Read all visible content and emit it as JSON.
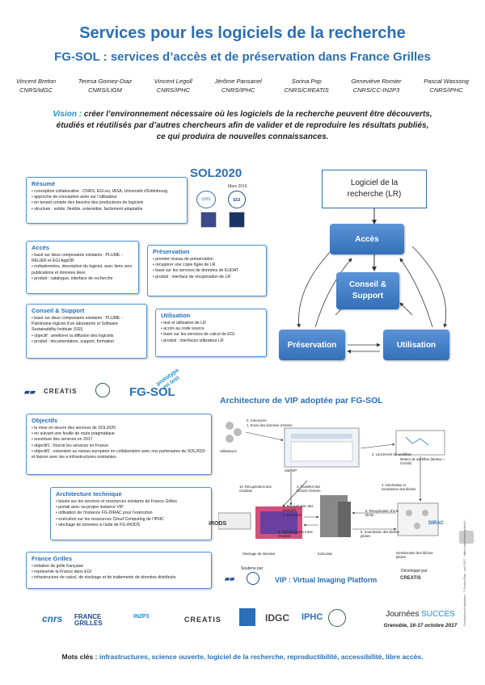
{
  "header": {
    "title": "Services pour les logiciels de la recherche",
    "subtitle": "FG-SOL : services d’accès et de préservation dans France Grilles"
  },
  "authors": [
    {
      "name": "Vincent Breton",
      "affiliation": "CNRS/IdGC"
    },
    {
      "name": "Teresa Gomez-Diaz",
      "affiliation": "CNRS/LIGM"
    },
    {
      "name": "Vincent Legoll",
      "affiliation": "CNRS/IPHC"
    },
    {
      "name": "Jérôme Pansanel",
      "affiliation": "CNRS/IPHC"
    },
    {
      "name": "Sorina Pop",
      "affiliation": "CNRS/CREATIS"
    },
    {
      "name": "Geneviève Romier",
      "affiliation": "CNRS/CC-IN2P3"
    },
    {
      "name": "Pascal  Wassong",
      "affiliation": "CNRS/IPHC"
    }
  ],
  "vision": {
    "label": "Vision :",
    "line1": " créer l’environnement nécessaire où les logiciels de la recherche peuvent être découverts,",
    "line2": "étudiés et réutilisés par d’autres chercheurs afin de valider et de reproduire les résultats publiés,",
    "line3": "ce qui produira de nouvelles connaissances."
  },
  "resume": {
    "title": "Résumé",
    "items": [
      "conception collaborative : CNRS, EGI.eu, IASA, Université d’Edimbourg",
      "approche de conception axée sur l’utilisateur",
      "en tenant compte des besoins des producteurs de logiciels",
      "structure : solide, flexible, extensible, facilement adaptable"
    ]
  },
  "sol2020": {
    "title": "SOL2020",
    "date": "Mars 2016"
  },
  "acces": {
    "title": "Accès",
    "items": [
      "basé sur deux composants existants : PLUME - RELIER et EGI AppDB",
      "métadonnées, description du logiciel, avec liens vers publications et données liées",
      "produit : catalogue, interface de recherche"
    ]
  },
  "preservation": {
    "title": "Préservation",
    "items": [
      "premier niveau de préservation",
      "récupérer une copie figée de LR",
      "basé sur les services de données de EUDAT",
      "produit : interface de récupération de LR"
    ]
  },
  "conseil": {
    "title": "Conseil & Support",
    "items": [
      "basé sur deux composants existants : PLUME - Patrimoine logiciel d’un laboratoire et Software Sustainability Institute (SSI)",
      "objectif : améliorer la diffusion des logiciels",
      "produit : documentation, support, formation"
    ]
  },
  "utilisation": {
    "title": "Utilisation",
    "items": [
      "test et utilisation de LR",
      "accès au code source",
      "basé sur les services de calcul de EGI",
      "produit : interfaces utilisateur LR"
    ]
  },
  "diagram": {
    "top": "Logiciel de la recherche (LR)",
    "acces": "Accès",
    "conseil": "Conseil & Support",
    "preservation": "Préservation",
    "utilisation": "Utilisation"
  },
  "fgsol": {
    "title": "FG-SOL",
    "stamp": "prototype en test"
  },
  "objectifs": {
    "title": "Objectifs",
    "items": [
      "la mise en œuvre des services de SOL2020",
      "en suivant une feuille de route pragmatique",
      "ouverture des services en 2017",
      "objectif1 : fournir les services en France",
      "objectif2 : extension au niveau européen en collaboration avec nos partenaires de SOL2020 et liaison avec les e-infrastructures existantes"
    ]
  },
  "architecture": {
    "title": "Architecture technique",
    "items": [
      "basée sur les services et ressources existants de France Grilles",
      "portail avec sa propre instance VIP",
      "utilisation de l’instance FG-DIRAC pour l’exécution",
      "exécution sur les ressources Cloud Computing de l’IPHC",
      "stockage de données à l’aide de FG-iRODS"
    ]
  },
  "francegrilles": {
    "title": "France Grilles",
    "items": [
      "initiative de grille française",
      "représente la France dans EGI",
      "infrastructure de calcul, de stockage et de traitements de données distribués"
    ]
  },
  "vip": {
    "title": "Architecture de VIP adoptée par FG-SOL",
    "label": "VIP : Virtual Imaging Platform",
    "soutenu": "Soutenu par",
    "developpe": "Développé par",
    "steps": [
      "0. Connexion",
      "1. Envoi des données d’entrée",
      "Utilisateurs",
      "Site VIP",
      "3. Lancement du workflow",
      "Moteur de workflow (Moteur = GASW)",
      "10. Récupération des résultats",
      "2. Transfert des fichiers d’entrée",
      "4. Génération et soumission des tâches",
      "7. Récupération des données",
      "8. Exécution",
      "6. Récupération d’une tâche",
      "9. Téléchargement des résultats",
      "5. Soumission des tâches-pilotes",
      "Stockage de données",
      "Exécution",
      "Gestionnaire des tâches-pilotes"
    ]
  },
  "logos": {
    "cnrs": "cnrs",
    "egi": "EGI",
    "creatis": "CREATIS",
    "francegrilles": "FRANCE GRILLES",
    "in2p3": "IN2P3",
    "idgc": "IDGC",
    "iphc": "IPHC",
    "irods": "iRODS",
    "dirac": "DIRAC"
  },
  "journees": {
    "prefix": "Journées ",
    "succes": "SUCCES",
    "place": "Grenoble, 16-17 octobre 2017"
  },
  "keywords": {
    "label": "Mots clés : ",
    "values": "infrastructures, science ouverte, logiciel de la recherche, reproductibilité, accessibilité, libre accès."
  },
  "credits": "Conception et réalisation : T. Gomez-Diaz – avril 2017 – https://www.france-grilles.fr/..."
}
